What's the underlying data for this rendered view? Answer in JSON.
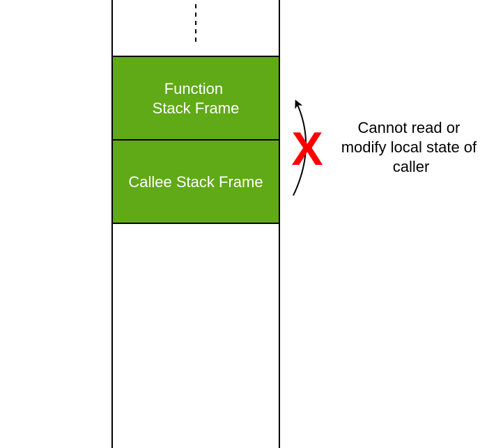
{
  "colors": {
    "frame_fill": "#60a917",
    "frame_stroke": "#000000",
    "frame_text": "#ffffff",
    "line": "#000000",
    "x_mark": "#ff0000",
    "note_text": "#000000"
  },
  "stack": {
    "frames": [
      {
        "label_lines": [
          "Function",
          "Stack Frame"
        ]
      },
      {
        "label_lines": [
          "Callee Stack Frame"
        ]
      }
    ]
  },
  "annotation": {
    "x_mark": "X",
    "note_lines": [
      "Cannot read or",
      "modify local state of",
      "caller"
    ]
  }
}
